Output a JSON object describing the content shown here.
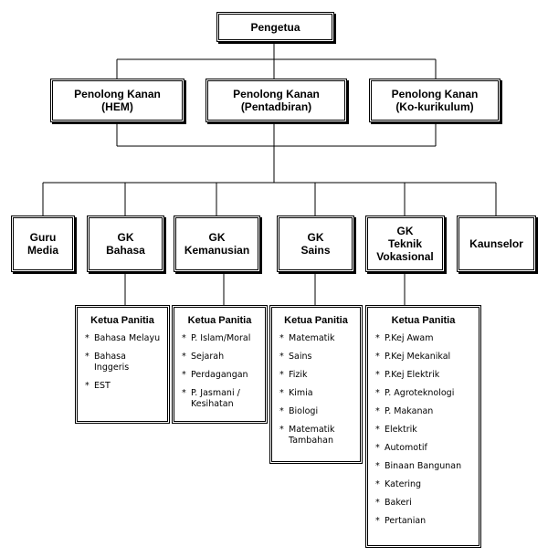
{
  "top": {
    "line1": "Pengetua"
  },
  "assistants": [
    {
      "line1": "Penolong Kanan",
      "line2": "(HEM)"
    },
    {
      "line1": "Penolong Kanan",
      "line2": "(Pentadbiran)"
    },
    {
      "line1": "Penolong Kanan",
      "line2": "(Ko-kurikulum)"
    }
  ],
  "units": [
    {
      "line1": "Guru",
      "line2": "Media"
    },
    {
      "line1": "GK",
      "line2": "Bahasa"
    },
    {
      "line1": "GK",
      "line2": "Kemanusian"
    },
    {
      "line1": "GK",
      "line2": "Sains"
    },
    {
      "line1": "GK",
      "line2": "Teknik",
      "line3": "Vokasional"
    },
    {
      "line1": "Kaunselor"
    }
  ],
  "panels": [
    {
      "title": "Ketua Panitia",
      "items": [
        "Bahasa Melayu",
        "Bahasa Inggeris",
        "EST"
      ]
    },
    {
      "title": "Ketua Panitia",
      "items": [
        "P. Islam/Moral",
        "Sejarah",
        "Perdagangan",
        "P. Jasmani / Kesihatan"
      ]
    },
    {
      "title": "Ketua Panitia",
      "items": [
        "Matematik",
        "Sains",
        "Fizik",
        "Kimia",
        "Biologi",
        "Matematik Tambahan"
      ]
    },
    {
      "title": "Ketua Panitia",
      "items": [
        "P.Kej Awam",
        "P.Kej Mekanikal",
        "P.Kej Elektrik",
        "P. Agroteknologi",
        "P. Makanan",
        "Elektrik",
        "Automotif",
        "Binaan Bangunan",
        "Katering",
        "Bakeri",
        "Pertanian"
      ]
    }
  ],
  "bullet": "*"
}
